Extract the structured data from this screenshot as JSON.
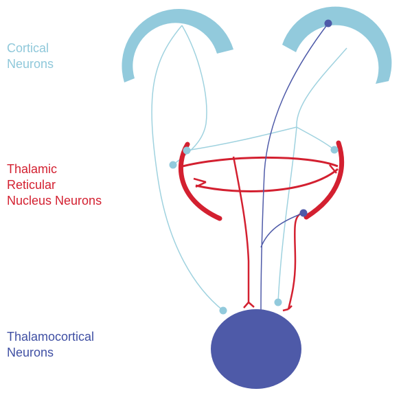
{
  "labels": {
    "cortical": "Cortical\nNeurons",
    "trn": "Thalamic\nReticular\nNucleus Neurons",
    "thalamocortical": "Thalamocortical\nNeurons"
  },
  "colors": {
    "cortical": "#92cadc",
    "cortical_axon": "#9fd2df",
    "trn": "#d32030",
    "thalamocortical": "#4e5aa8",
    "label_cortical": "#8fc8da",
    "label_trn": "#d32030",
    "label_thalamocortical": "#3f4fa3"
  }
}
